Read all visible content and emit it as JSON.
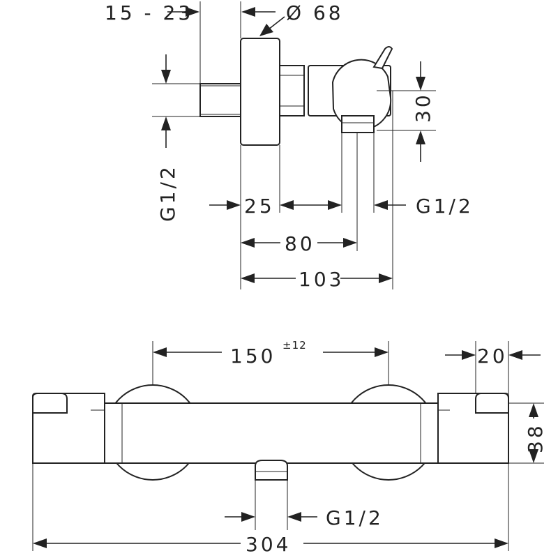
{
  "dimensions": {
    "wall_distance": "15 - 23",
    "diameter": "Ø 68",
    "inlet_thread_side": "G1/2",
    "height_30": "30",
    "depth_25": "25",
    "thread_outlet_top": "G1/2",
    "depth_80": "80",
    "depth_103": "103",
    "center_distance": "150",
    "center_tolerance": "±12",
    "handle_20": "20",
    "height_38": "38",
    "thread_outlet_bottom": "G1/2",
    "total_width": "304"
  }
}
